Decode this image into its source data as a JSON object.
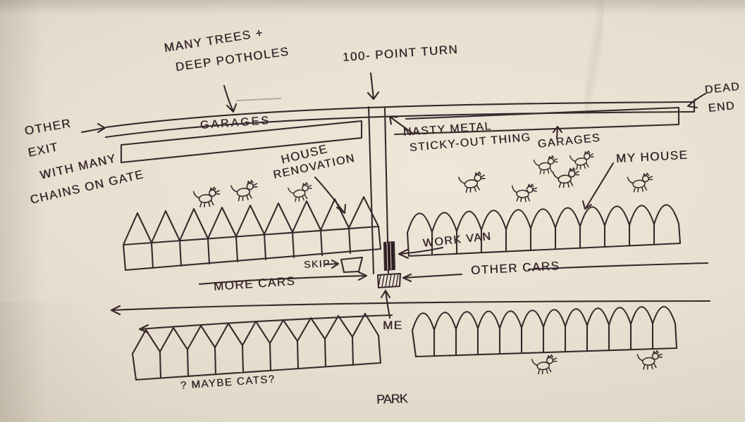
{
  "title": "hand-drawn street map sketch",
  "colors": {
    "paper": "#e6dfcf",
    "ink": "#3a282c"
  },
  "labels": {
    "trees_line1": "MANY TREES +",
    "trees_line2": "DEEP POTHOLES",
    "point_turn": "100- POINT TURN",
    "dead_end_line1": "DEAD",
    "dead_end_line2": "END",
    "other_exit_line1": "OTHER",
    "other_exit_line2": "EXIT",
    "other_exit_line3": "WITH MANY",
    "other_exit_line4": "CHAINS ON GATE",
    "garages_left": "GARAGES",
    "nasty_line1": "NASTY METAL",
    "nasty_line2": "STICKY-OUT THING",
    "garages_right": "GARAGES",
    "my_house": "MY HOUSE",
    "renovation_line1": "HOUSE",
    "renovation_line2": "RENOVATION",
    "work_van": "WORK VAN",
    "skip": "SKIP",
    "more_cars": "MORE CARS",
    "other_cars": "OTHER CARS",
    "me": "ME",
    "maybe_cats": "? MAYBE CATS?",
    "park": "PARK"
  },
  "doodles": {
    "cat_count": 11,
    "house_rows": 4,
    "vehicles": [
      "work van",
      "me car",
      "skip"
    ]
  }
}
